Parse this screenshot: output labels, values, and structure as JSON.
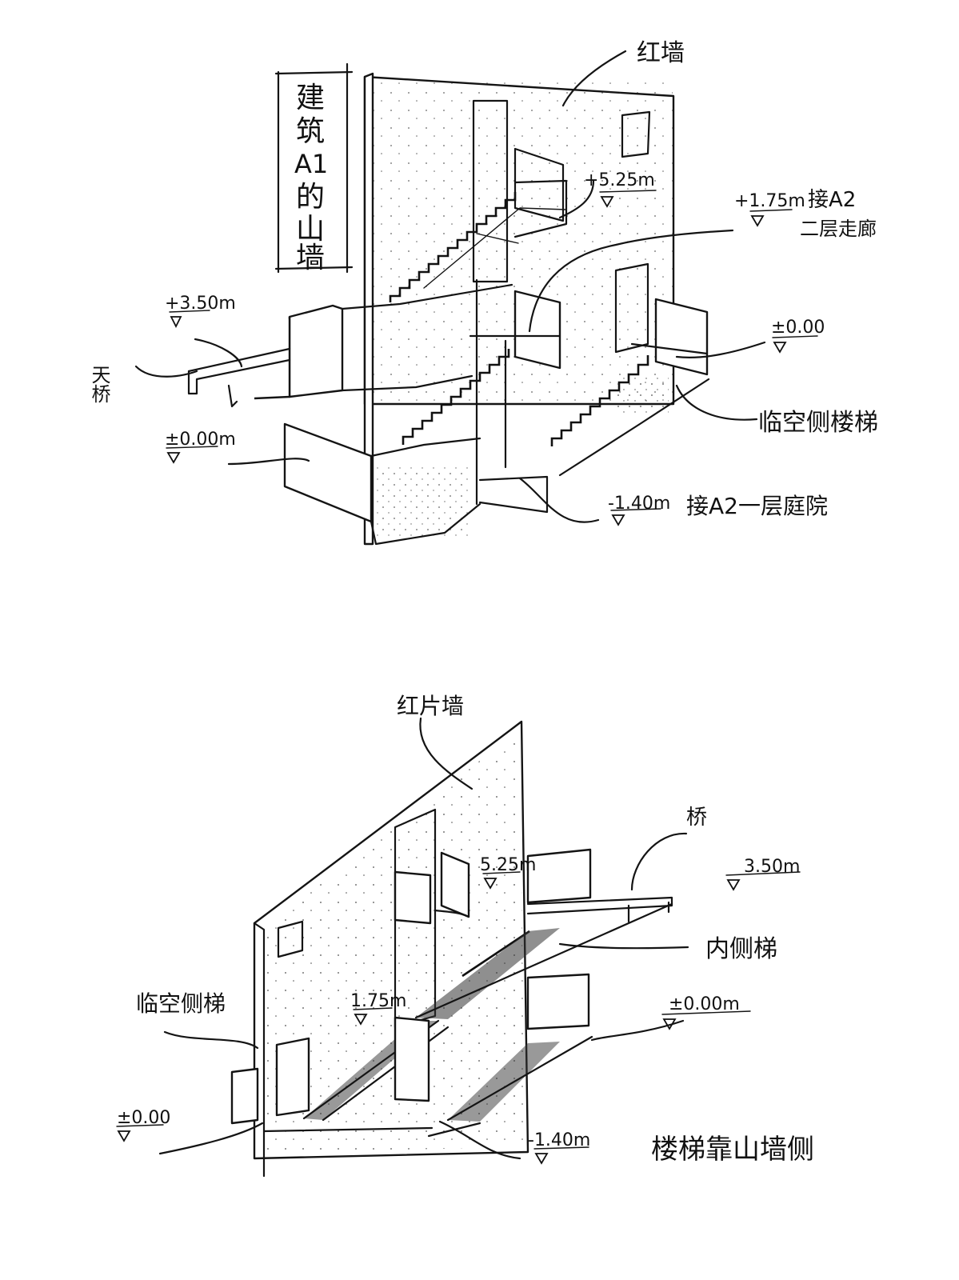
{
  "top_sketch": {
    "title_vertical": [
      "建",
      "筑",
      "A1",
      "的",
      "山",
      "墙"
    ],
    "wall_label": "红墙",
    "level_525": "+5.25m",
    "level_175": "+1.75m",
    "label_175_note": "接A2",
    "label_175_note2": "二层走廊",
    "level_350": "+3.50m",
    "bridge_label": "天桥",
    "level_000_left": "±0.00m",
    "level_000_right": "±0.00",
    "side_stair_label": "临空侧楼梯",
    "level_neg140": "-1.40m",
    "neg140_note": "接A2一层庭院"
  },
  "bottom_sketch": {
    "wall_label": "红片墙",
    "bridge_label": "桥",
    "level_525": "5.25m",
    "level_350": "3.50m",
    "inner_stair_label": "内侧梯",
    "level_175": "1.75m",
    "level_000_right": "±0.00m",
    "open_side_label": "临空侧梯",
    "level_000_left": "±0.00",
    "level_neg140": "-1.40m",
    "caption": "楼梯靠山墙侧"
  }
}
